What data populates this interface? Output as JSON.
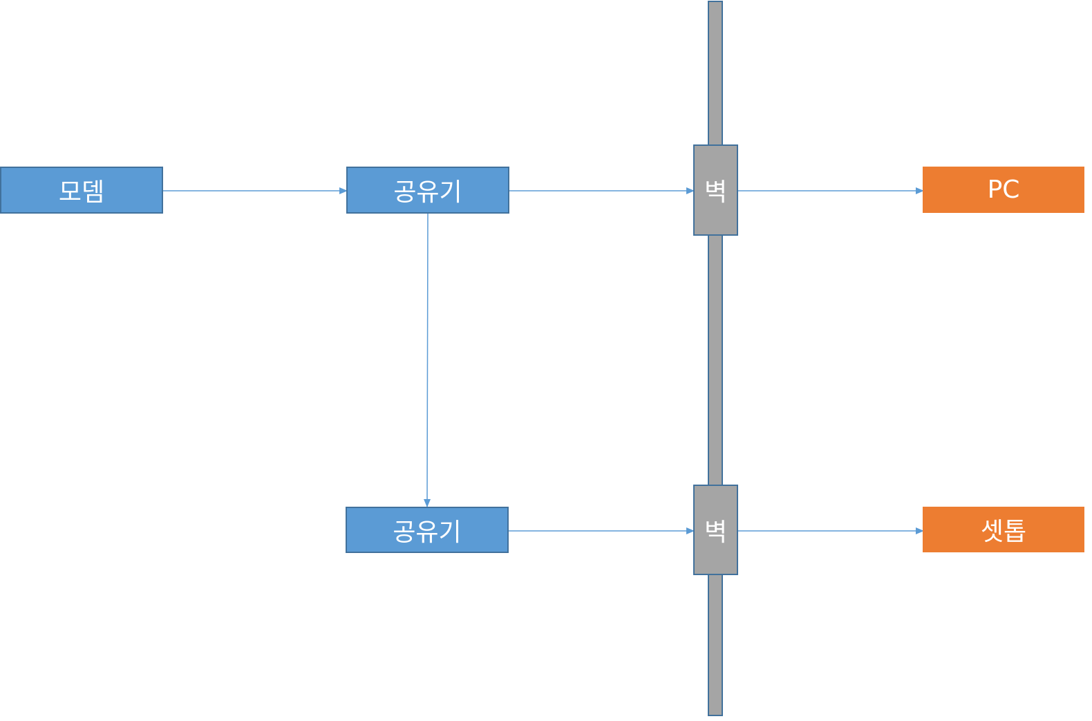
{
  "diagram": {
    "nodes": {
      "modem": "모뎀",
      "router_top": "공유기",
      "router_bottom": "공유기",
      "wall_top": "벽",
      "wall_bottom": "벽",
      "pc": "PC",
      "settop": "셋톱"
    },
    "colors": {
      "device_fill": "#5B9BD5",
      "device_border": "#41719C",
      "endpoint_fill": "#ED7D31",
      "wall_fill": "#A5A5A5",
      "connector": "#5B9BD5"
    }
  }
}
